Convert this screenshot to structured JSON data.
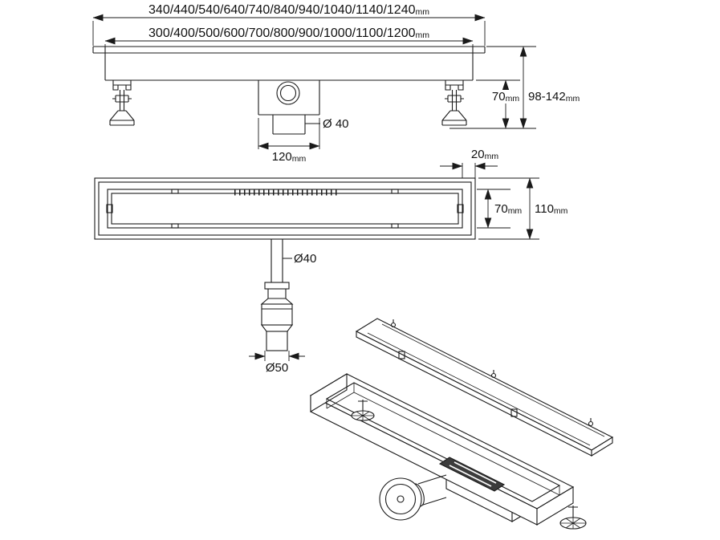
{
  "colors": {
    "line": "#1a1a1a",
    "background": "#ffffff"
  },
  "front_view": {
    "outer_length_values": "340/440/540/640/740/840/940/1040/1140/1240",
    "outer_length_unit": "mm",
    "inner_length_values": "300/400/500/600/700/800/900/1000/1100/1200",
    "inner_length_unit": "mm",
    "drain_diameter_label": "Ø 40",
    "trap_width_value": "120",
    "trap_width_unit": "mm",
    "leg_height_value": "70",
    "leg_height_unit": "mm",
    "install_height_value": "98-142",
    "install_height_unit": "mm"
  },
  "plan_view": {
    "flange_width_value": "20",
    "flange_width_unit": "mm",
    "channel_width_value": "70",
    "channel_width_unit": "mm",
    "overall_width_value": "110",
    "overall_width_unit": "mm",
    "pipe_diameter_label": "Ø40",
    "outlet_diameter_label": "Ø50"
  }
}
